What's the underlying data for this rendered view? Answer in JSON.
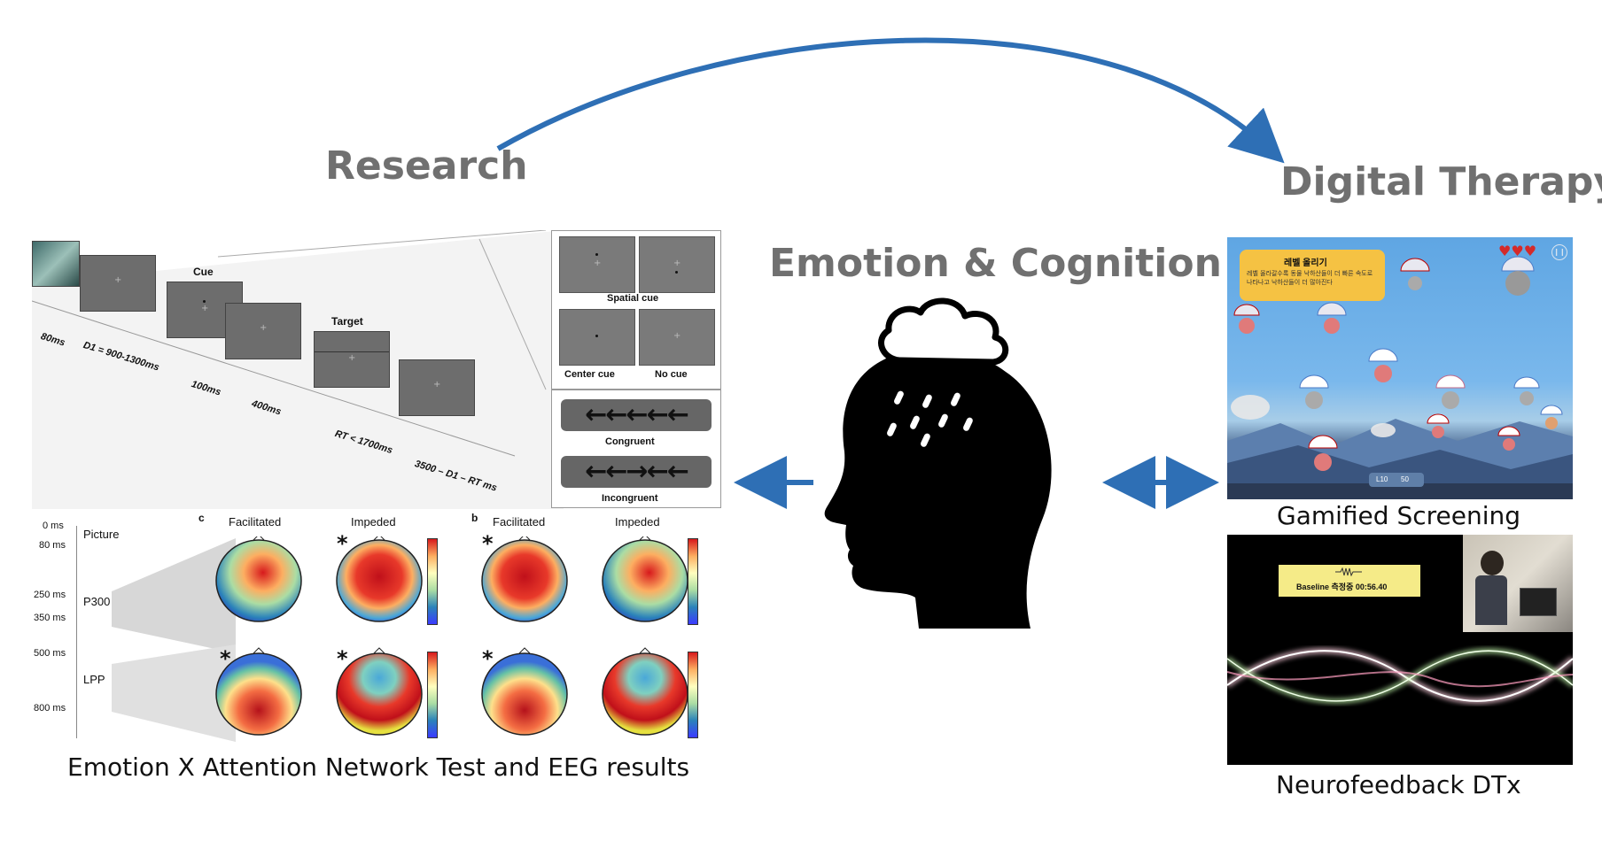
{
  "labels": {
    "research": "Research",
    "digital_therapy": "Digital Therapy",
    "emotion_cognition": "Emotion & Cognition"
  },
  "captions": {
    "research": "Emotion X Attention Network Test and EEG results",
    "gamified": "Gamified Screening",
    "neurofeedback": "Neurofeedback DTx"
  },
  "ant": {
    "cue_label": "Cue",
    "target_label": "Target",
    "timings": [
      "80ms",
      "D1 = 900-1300ms",
      "100ms",
      "400ms",
      "RT < 1700ms",
      "3500 – D1 – RT ms"
    ],
    "spatial_cue": "Spatial cue",
    "center_cue": "Center cue",
    "no_cue": "No cue",
    "congruent": "Congruent",
    "incongruent": "Incongruent",
    "congruent_arrows": "←←←←←",
    "incongruent_arrows": "←←→←←"
  },
  "eeg": {
    "panel_c": "c",
    "panel_d": "b",
    "facilitated": "Facilitated",
    "impeded": "Impeded",
    "time_ticks": [
      "0 ms",
      "80 ms",
      "250 ms",
      "350 ms",
      "500 ms",
      "800 ms"
    ],
    "stages": [
      "Picture",
      "P300",
      "LPP"
    ],
    "star": "*"
  },
  "game": {
    "title": "레벨 올리기",
    "body": "레벨 올라갈수록 동물 낙하산들이 더 빠른 속도로 나타나고 낙하산들이 더 많아진다",
    "level": "L10",
    "score": "50"
  },
  "neurofeedback": {
    "baseline": "Baseline 측정중 00:56.40"
  },
  "colors": {
    "arrow": "#2e6fb5",
    "label_gray": "#707070"
  }
}
